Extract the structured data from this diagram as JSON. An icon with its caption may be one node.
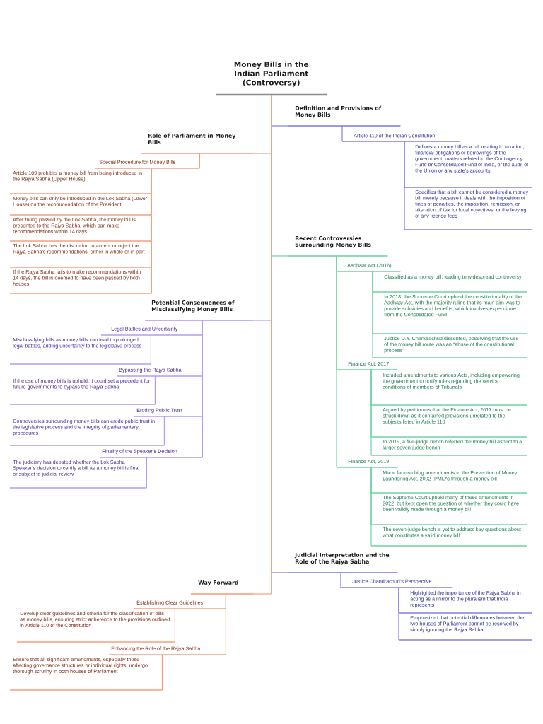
{
  "diagram": {
    "nodes": [
      {
        "text": [
          "Money Bills in the Indian Parliament (Controversy)"
        ]
      },
      {
        "text": [
          "Definition and Provisions of Money Bills"
        ]
      },
      {
        "text": [
          "Article 110 of the Indian Constitution"
        ]
      },
      {
        "text": [
          "Defines a money bill as a bill relating to taxation, financial obligations or borrowings of the government, matters related to the Contingency Fund or Consolidated Fund of India, or the audit of the Union or any state’s accounts"
        ]
      },
      {
        "text": [
          "Specifies that a bill cannot be considered a money bill merely because it deals with the imposition of fines or penalties, the imposition, remission, or alteration of tax for local objectives, or the levying of any license fees"
        ]
      },
      {
        "text": [
          "Role of Parliament in Money Bills"
        ]
      },
      {
        "text": [
          "Special Procedure for Money Bills"
        ]
      },
      {
        "text": [
          "Article 109 prohibits a money bill from being introduced in the Rajya Sabha (Upper House)"
        ]
      },
      {
        "text": [
          "Money bills can only be introduced in the Lok Sabha (Lower House) on the recommendation of the President"
        ]
      },
      {
        "text": [
          "After being passed by the Lok Sabha, the money bill is presented to the Rajya Sabha, which can make recommendations within 14 days"
        ]
      },
      {
        "text": [
          "The Lok Sabha has the discretion to accept or reject the Rajya Sabha’s recommendations, either in whole or in part"
        ]
      },
      {
        "text": [
          "If the Rajya Sabha fails to make recommendations within 14 days, the bill is deemed to have been passed by both houses"
        ]
      },
      {
        "text": [
          "Recent Controversies Surrounding Money Bills"
        ]
      },
      {
        "text": [
          "Aadhaar Act (2016)"
        ]
      },
      {
        "text": [
          "Classified as a money bill, leading to widespread controversy"
        ]
      },
      {
        "text": [
          "In 2018, the Supreme Court upheld the constitutionality of the Aadhaar Act, with the majority ruling that its main aim was to provide subsidies and benefits, which involves expenditure from the Consolidated Fund"
        ]
      },
      {
        "text": [
          "Justice D.Y. Chandrachud dissented, observing that the use of the money bill route was an “abuse of the constitutional process”"
        ]
      },
      {
        "text": [
          "Finance Act, 2017"
        ]
      },
      {
        "text": [
          "Included amendments to various Acts, including empowering the government to notify rules regarding the service conditions of members of Tribunals"
        ]
      },
      {
        "text": [
          "Argued by petitioners that the Finance Act, 2017 must be struck down as it contained provisions unrelated to the subjects listed in Article 110"
        ]
      },
      {
        "text": [
          "In 2019, a five-judge bench referred the money bill aspect to a larger seven-judge bench"
        ]
      },
      {
        "text": [
          "Finance Act, 2019"
        ]
      },
      {
        "text": [
          "Made far-reaching amendments to the Prevention of Money Laundering Act, 2002 (PMLA) through a money bill"
        ]
      },
      {
        "text": [
          "The Supreme Court upheld many of these amendments in 2022, but kept open the question of whether they could have been validly made through a money bill"
        ]
      },
      {
        "text": [
          "The seven-judge bench is yet to address key questions about what constitutes a valid money bill"
        ]
      },
      {
        "text": [
          "Potential Consequences of Misclassifying Money Bills"
        ]
      },
      {
        "text": [
          "Legal Battles and Uncertainty"
        ]
      },
      {
        "text": [
          "Misclassifying bills as money bills can lead to prolonged legal battles, adding uncertainty to the legislative process"
        ]
      },
      {
        "text": [
          "Bypassing the Rajya Sabha"
        ]
      },
      {
        "text": [
          "If the use of money bills is upheld, it could set a precedent for future governments to bypass the Rajya Sabha"
        ]
      },
      {
        "text": [
          "Eroding Public Trust"
        ]
      },
      {
        "text": [
          "Controversies surrounding money bills can erode public trust in the legislative process and the integrity of parliamentary procedures"
        ]
      },
      {
        "text": [
          "Finality of the Speaker’s Decision"
        ]
      },
      {
        "text": [
          "The judiciary has debated whether the Lok Sabha Speaker’s decision to certify a bill as a money bill is final or subject to judicial review"
        ]
      },
      {
        "text": [
          "Judicial Interpretation and the Role of the Rajya Sabha"
        ]
      },
      {
        "text": [
          "Justice Chandrachud’s Perspective"
        ]
      },
      {
        "text": [
          "Highlighted the importance of the Rajya Sabha in acting as a mirror to the pluralism that India represents"
        ]
      },
      {
        "text": [
          "Emphasized that potential differences between the two houses of Parliament cannot be resolved by simply ignoring the Rajya Sabha"
        ]
      },
      {
        "text": [
          "Way Forward"
        ]
      },
      {
        "text": [
          "Establishing Clear Guidelines"
        ]
      },
      {
        "text": [
          "Develop clear guidelines and criteria for the classification of bills as money bills, ensuring strict adherence to the provisions outlined in Article 110 of the Constitution"
        ]
      },
      {
        "text": [
          "Enhancing the Role of the Rajya Sabha"
        ]
      },
      {
        "text": [
          "Ensure that all significant amendments, especially those affecting governance structures or individual rights, undergo thorough scrutiny in both houses of Parliament"
        ]
      }
    ],
    "edges": [
      {
        "from": 0,
        "to": 1,
        "arrow": "none"
      },
      {
        "from": 1,
        "to": 2,
        "arrow": "none",
        "color": "#7f7fe8"
      },
      {
        "from": 2,
        "to": 3,
        "arrow": "none",
        "color": "#7f7fe8"
      },
      {
        "from": 2,
        "to": 4,
        "arrow": "none",
        "color": "#7f7fe8"
      },
      {
        "from": 0,
        "to": 5,
        "arrow": "none"
      },
      {
        "from": 5,
        "to": 6,
        "arrow": "none"
      },
      {
        "from": 6,
        "to": 7,
        "arrow": "none"
      },
      {
        "from": 6,
        "to": 8,
        "arrow": "none"
      },
      {
        "from": 6,
        "to": 9,
        "arrow": "none"
      },
      {
        "from": 6,
        "to": 10,
        "arrow": "none"
      },
      {
        "from": 6,
        "to": 11,
        "arrow": "none"
      },
      {
        "from": 0,
        "to": 12,
        "arrow": "none"
      },
      {
        "from": 12,
        "to": 13,
        "arrow": "none",
        "color": "#6fd3a2"
      },
      {
        "from": 13,
        "to": 14,
        "arrow": "none",
        "color": "#6fd3a2"
      },
      {
        "from": 13,
        "to": 15,
        "arrow": "none",
        "color": "#6fd3a2"
      },
      {
        "from": 13,
        "to": 16,
        "arrow": "none",
        "color": "#6fd3a2"
      },
      {
        "from": 12,
        "to": 17,
        "arrow": "none",
        "color": "#6fd3a2"
      },
      {
        "from": 17,
        "to": 18,
        "arrow": "none",
        "color": "#6fd3a2"
      },
      {
        "from": 17,
        "to": 19,
        "arrow": "none",
        "color": "#6fd3a2"
      },
      {
        "from": 17,
        "to": 20,
        "arrow": "none",
        "color": "#6fd3a2"
      },
      {
        "from": 12,
        "to": 21,
        "arrow": "none",
        "color": "#6fd3a2"
      },
      {
        "from": 21,
        "to": 22,
        "arrow": "none",
        "color": "#6fd3a2"
      },
      {
        "from": 21,
        "to": 23,
        "arrow": "none",
        "color": "#6fd3a2"
      },
      {
        "from": 21,
        "to": 24,
        "arrow": "none",
        "color": "#6fd3a2"
      },
      {
        "from": 0,
        "to": 25,
        "arrow": "none"
      },
      {
        "from": 25,
        "to": 26,
        "arrow": "none",
        "color": "#b59bf0"
      },
      {
        "from": 26,
        "to": 27,
        "arrow": "none",
        "color": "#b59bf0"
      },
      {
        "from": 25,
        "to": 28,
        "arrow": "none",
        "color": "#b59bf0"
      },
      {
        "from": 28,
        "to": 29,
        "arrow": "none",
        "color": "#b59bf0"
      },
      {
        "from": 25,
        "to": 30,
        "arrow": "none",
        "color": "#b59bf0"
      },
      {
        "from": 30,
        "to": 31,
        "arrow": "none",
        "color": "#b59bf0"
      },
      {
        "from": 25,
        "to": 32,
        "arrow": "none",
        "color": "#b59bf0"
      },
      {
        "from": 32,
        "to": 33,
        "arrow": "none",
        "color": "#b59bf0"
      },
      {
        "from": 0,
        "to": 34,
        "arrow": "none"
      },
      {
        "from": 34,
        "to": 35,
        "arrow": "none",
        "color": "#7f7fe8"
      },
      {
        "from": 35,
        "to": 36,
        "arrow": "none",
        "color": "#7f7fe8"
      },
      {
        "from": 35,
        "to": 37,
        "arrow": "none",
        "color": "#7f7fe8"
      },
      {
        "from": 0,
        "to": 38,
        "arrow": "none"
      },
      {
        "from": 38,
        "to": 39,
        "arrow": "none"
      },
      {
        "from": 39,
        "to": 40,
        "arrow": "none"
      },
      {
        "from": 38,
        "to": 41,
        "arrow": "none"
      },
      {
        "from": 41,
        "to": 42,
        "arrow": "none"
      }
    ]
  }
}
